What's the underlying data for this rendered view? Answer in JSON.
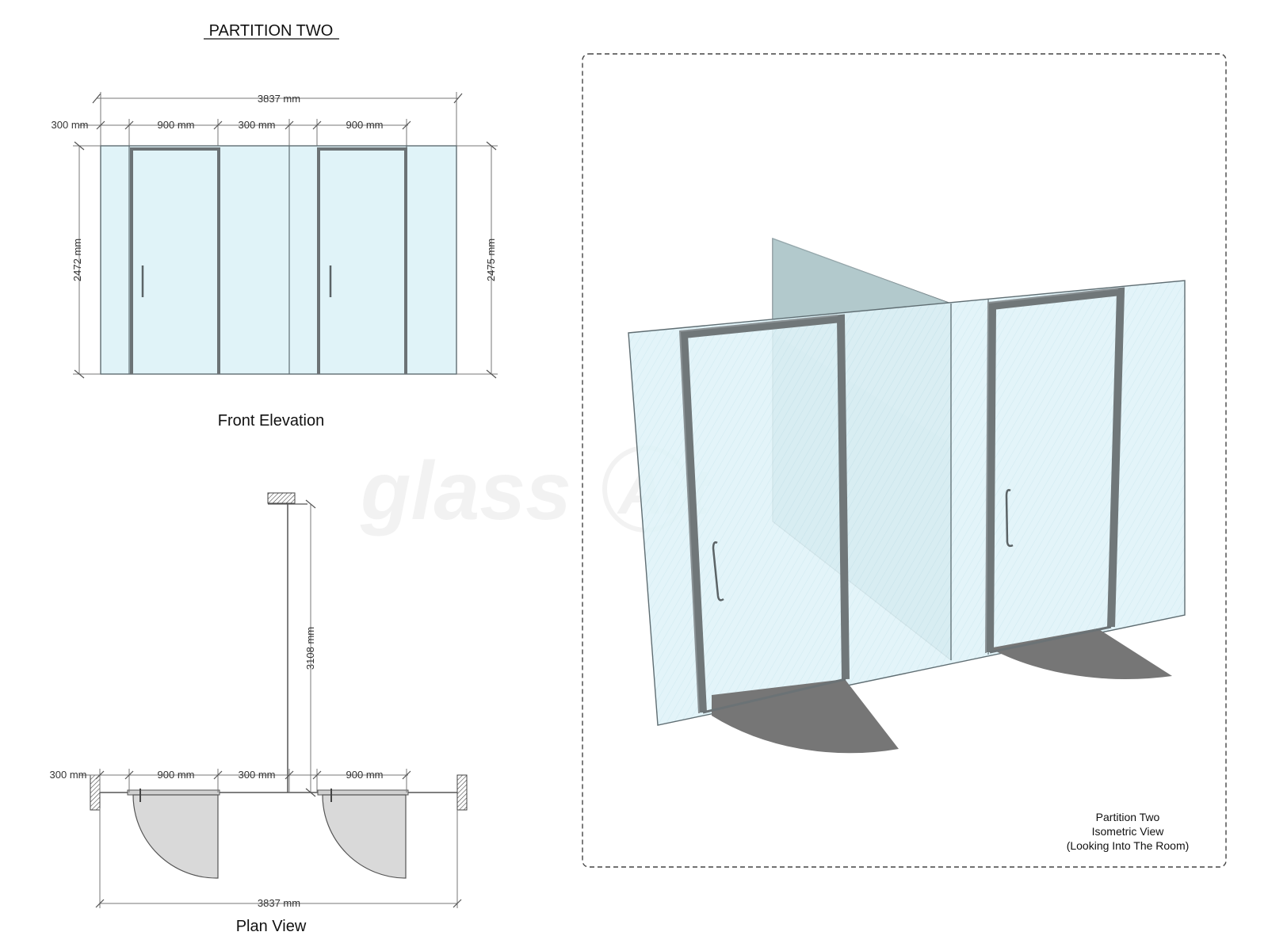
{
  "title": "PARTITION TWO",
  "front_elevation": {
    "caption": "Front Elevation",
    "overall_width": "3837 mm",
    "segments": [
      "300 mm",
      "900 mm",
      "300 mm",
      "900 mm"
    ],
    "height_left": "2472 mm",
    "height_right": "2475 mm"
  },
  "plan_view": {
    "caption": "Plan View",
    "overall_width": "3837 mm",
    "segments": [
      "300 mm",
      "900 mm",
      "300 mm",
      "900 mm"
    ],
    "depth": "3108 mm"
  },
  "isometric": {
    "caption_lines": [
      "Partition Two",
      "Isometric View",
      "(Looking Into The Room)"
    ]
  },
  "watermark": "glassArt",
  "colors": {
    "glass": "#e0f3f8",
    "glass_dark": "#a9c1c4",
    "frame": "#6b7275",
    "door_swing_shadow": "#767676",
    "plan_swing": "#d9d9d9"
  }
}
